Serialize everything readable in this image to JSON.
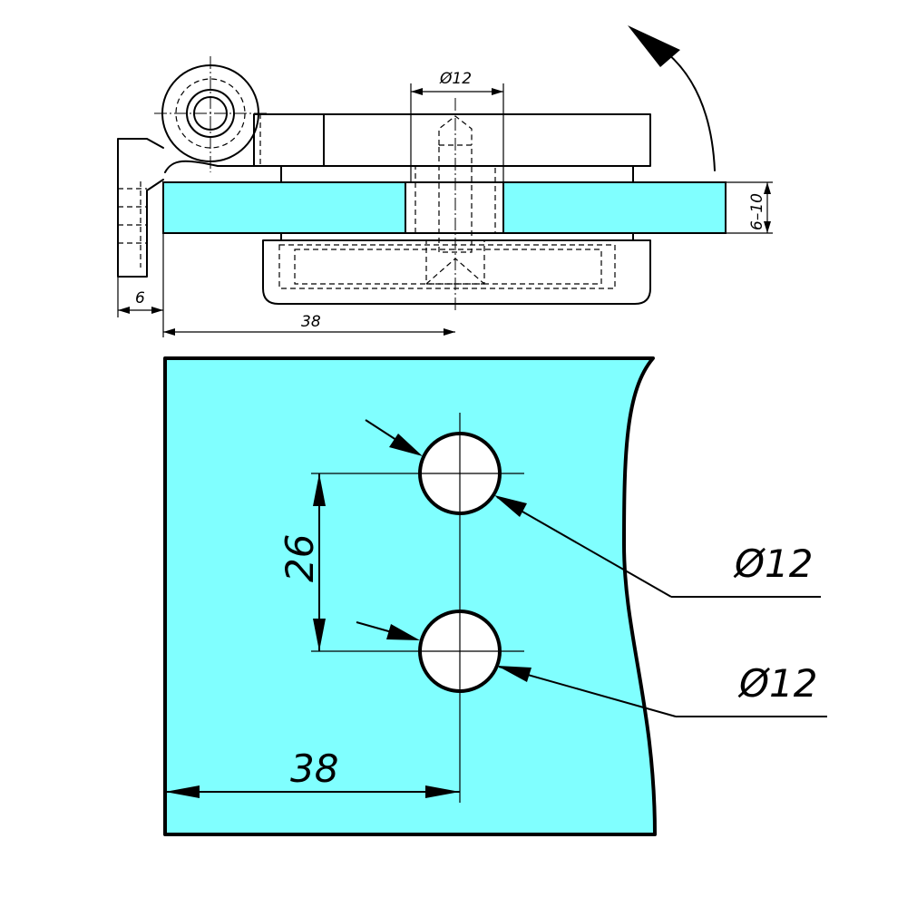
{
  "colors": {
    "glass": "#80ffff",
    "line": "#000000",
    "hole": "#ffffff"
  },
  "side_view": {
    "bolt_diameter_label": "Ø12",
    "glass_thickness_label": "6–10",
    "edge_offset_label": "6",
    "hole_offset_label": "38"
  },
  "plan_view": {
    "hole_spacing_label": "26",
    "upper_hole_label": "Ø12",
    "lower_hole_label": "Ø12",
    "hole_offset_label": "38"
  }
}
